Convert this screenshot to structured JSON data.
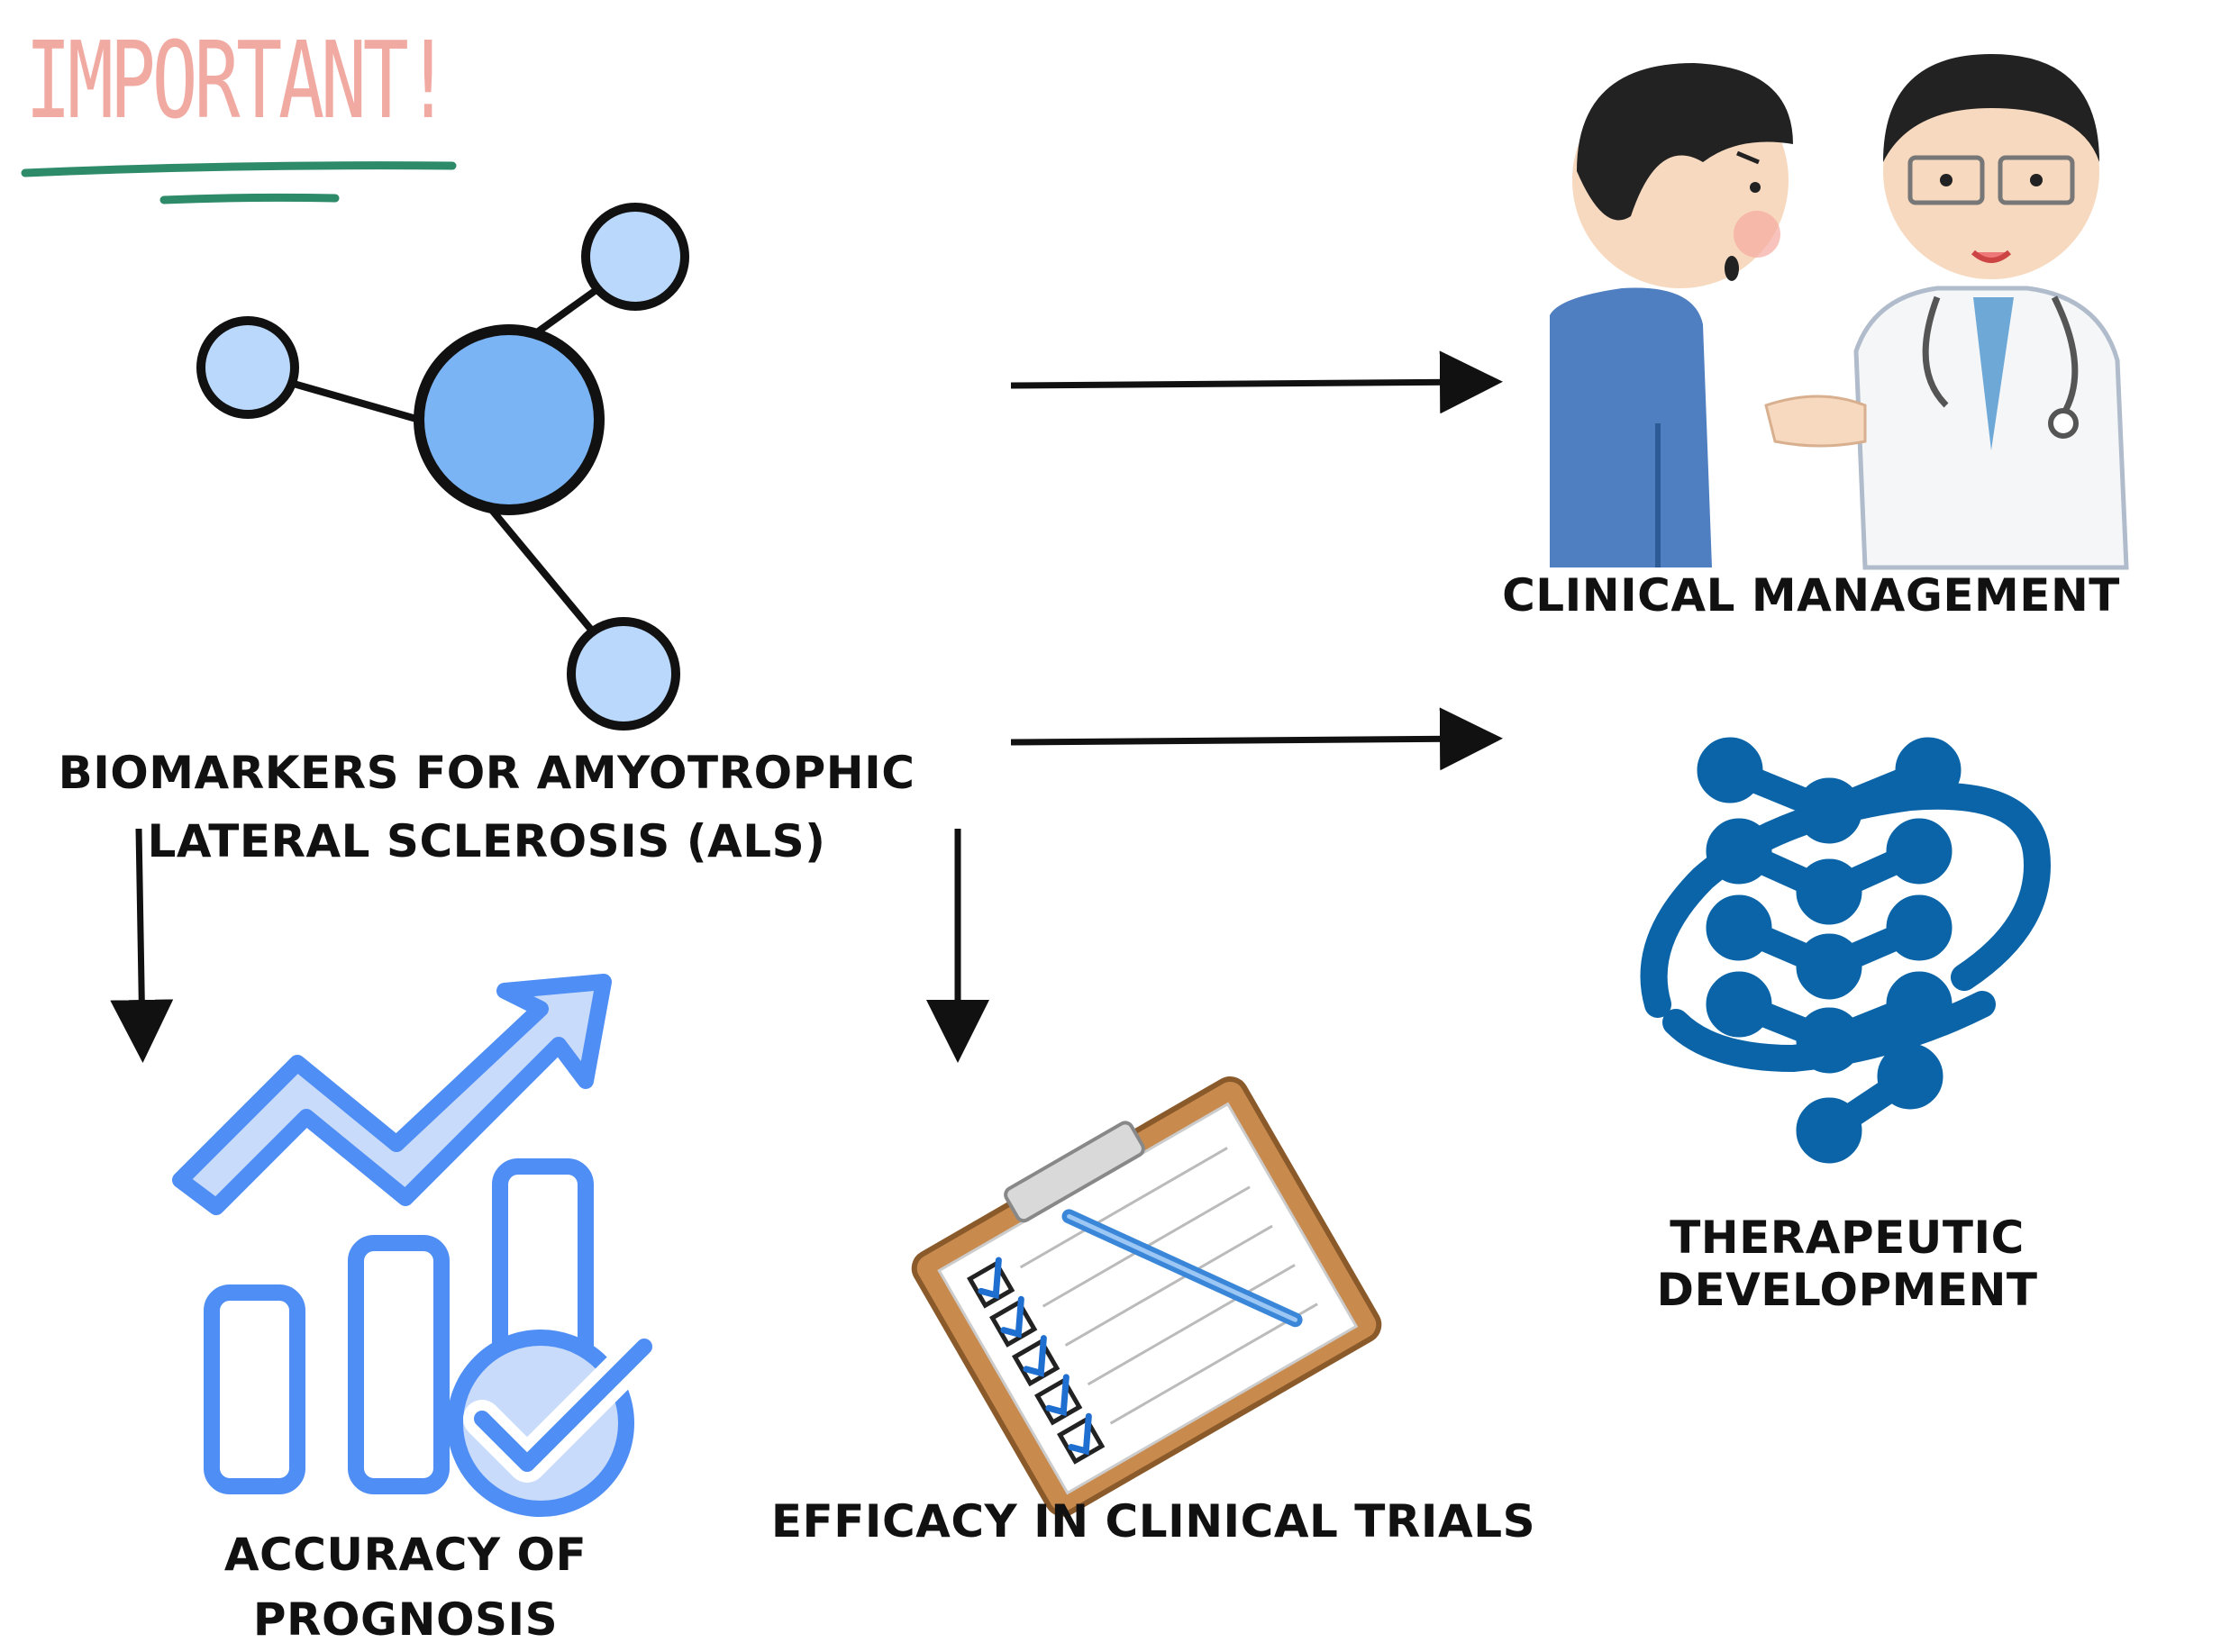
{
  "header": {
    "important_note": "IMPORTANT!"
  },
  "nodes": {
    "center": "BIOMARKERS FOR AMYOTROPHIC\nLATERAL SCLEROSIS (ALS)",
    "center_line1": "BIOMARKERS FOR AMYOTROPHIC",
    "center_line2": "LATERAL SCLEROSIS (ALS)",
    "clinical_management": "CLINICAL MANAGEMENT",
    "therapeutic_development": "THERAPEUTIC DEVELOPMENT",
    "accuracy_line1": "ACCURACY OF",
    "accuracy_line2": "PROGNOSIS",
    "efficacy": "EFFICACY IN CLINICAL TRIALS"
  },
  "icons": {
    "molecule": "molecule-icon",
    "patient_doctor": "patient-doctor-icon",
    "therapeutic": "spine-orbit-icon",
    "growth_chart": "growth-chart-check-icon",
    "clipboard": "clipboard-checklist-icon"
  },
  "colors": {
    "important": "#f1aaa2",
    "underline": "#2e8b6a",
    "molecule_fill": "#7ab4f5",
    "molecule_light": "#b9d8fb",
    "chart_blue": "#4f8ef5",
    "chart_fill": "#c9dbfb",
    "therapeutic_blue": "#0b64a8",
    "text": "#111111"
  }
}
